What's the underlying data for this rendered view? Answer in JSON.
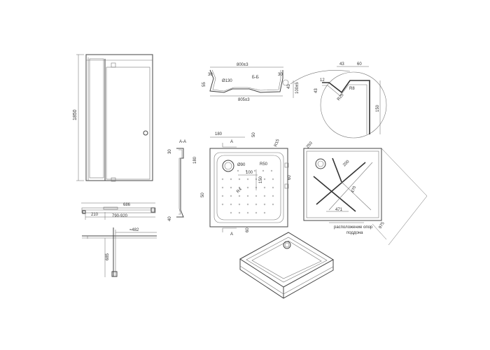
{
  "door_front": {
    "height": "1850"
  },
  "door_plan": {
    "width_closed": "686",
    "opening_left": "210",
    "range": "790-920",
    "swing_radius": "≈482",
    "swing_length": "685"
  },
  "profile": {
    "top_width": "800±3",
    "bottom_width": "805±3",
    "section": "Б-Б",
    "left_height": "55",
    "left_top": "30",
    "hole": "Ø130",
    "right_top": "30",
    "right_height": "43",
    "side_range": "100±5"
  },
  "detail": {
    "d1": "43",
    "d2": "60",
    "d3": "12",
    "d4": "43",
    "d5": "R8",
    "d6": "R25",
    "d7": "150"
  },
  "section_aa": {
    "title": "А-А",
    "d1": "30",
    "d2": "180",
    "d3": "40"
  },
  "tray_top": {
    "d_180": "180",
    "arrow_a_top": "А",
    "d_50_top": "50",
    "r_15": "R15",
    "d_90": "Ø90",
    "r_50": "R50",
    "d_100": "100",
    "d_150": "150",
    "r_4": "R4",
    "d_60_right": "60",
    "d_50_left": "50",
    "arrow_a_bottom": "А",
    "d_60_bottom": "60"
  },
  "tray_under": {
    "d_250": "250",
    "d_200": "200",
    "d_470": "470",
    "d_471": "471",
    "diag": "975",
    "caption_line1": "расположение опор",
    "caption_line2": "поддона"
  }
}
